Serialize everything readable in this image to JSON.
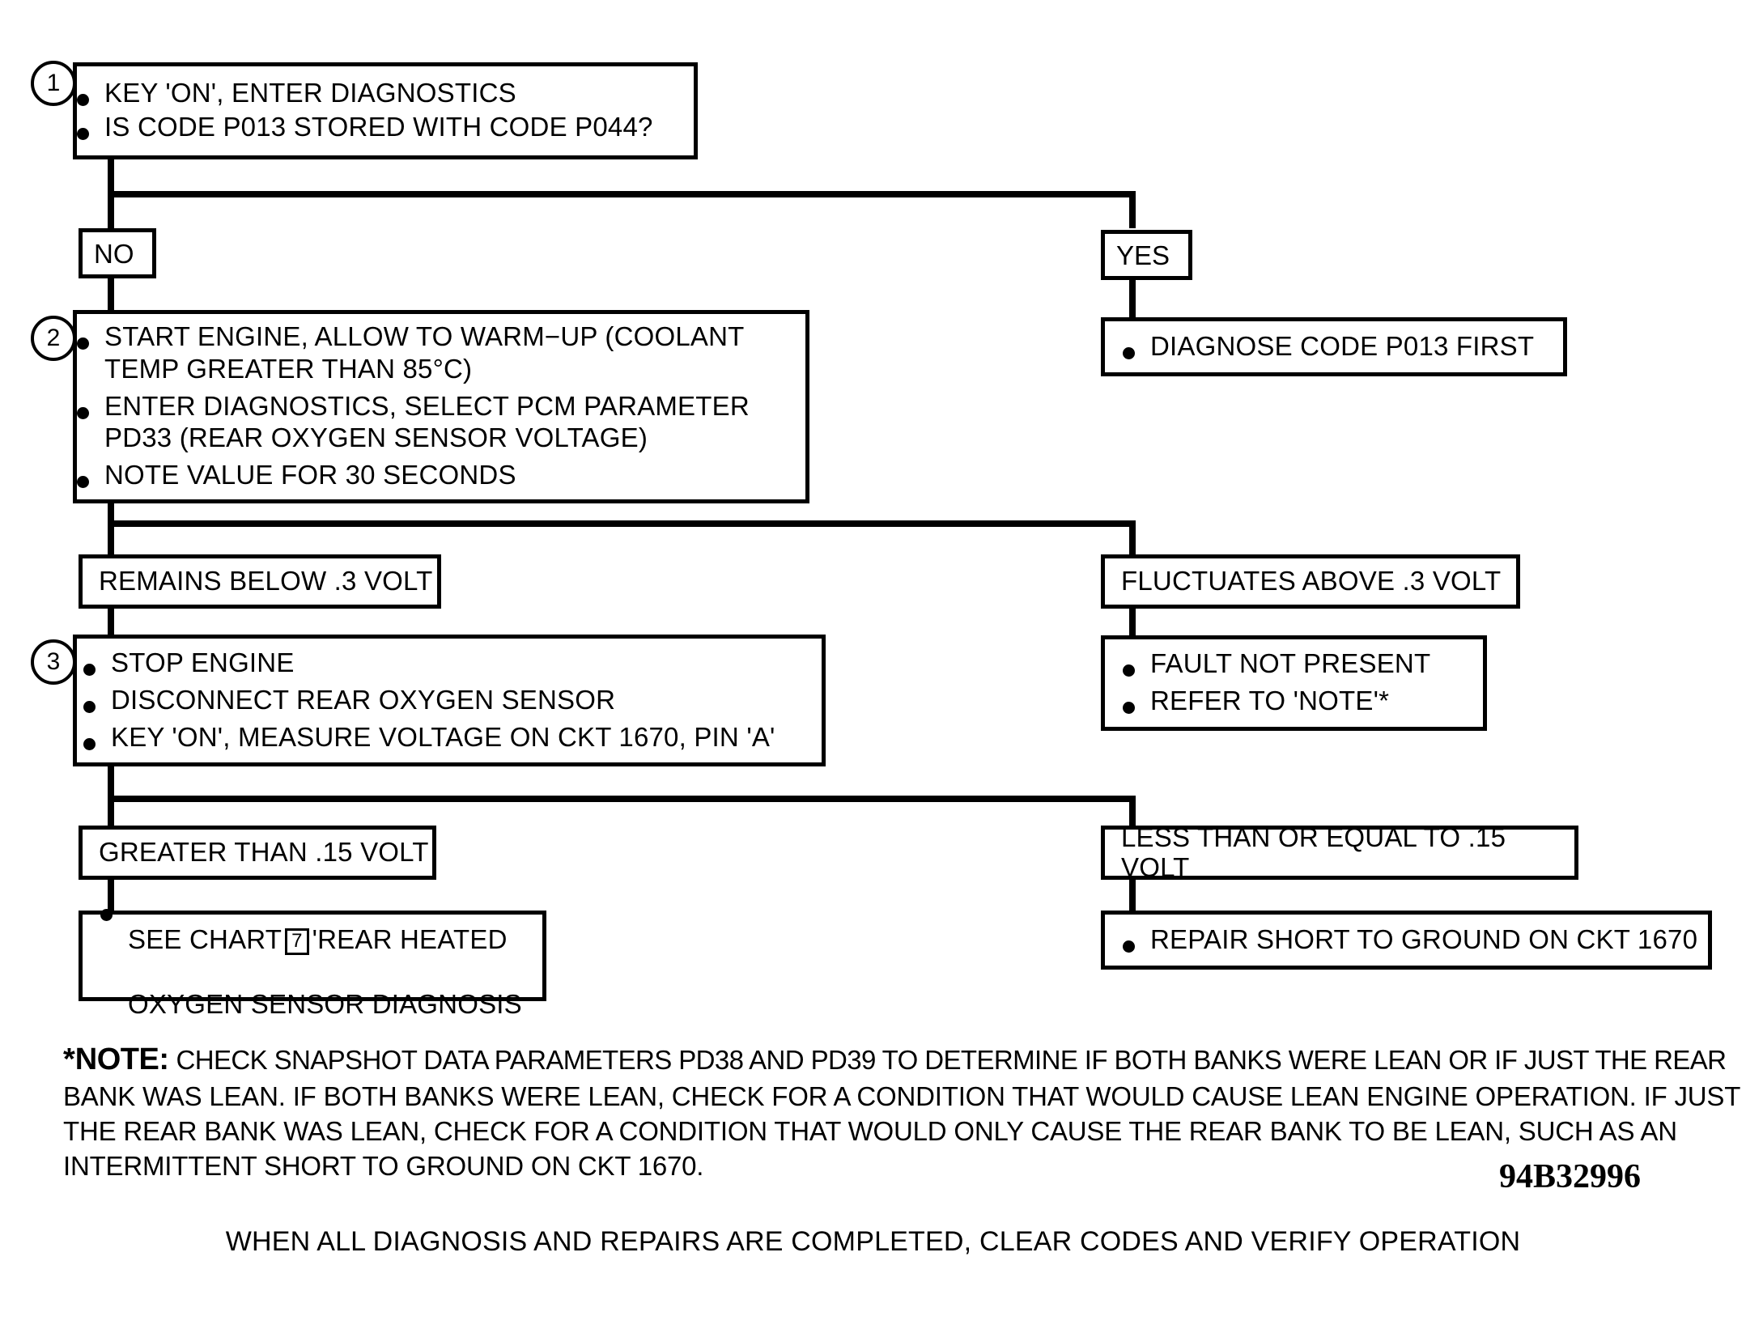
{
  "diagram": {
    "type": "diagnostic-flowchart",
    "title": "",
    "id_code": "94B32996",
    "footer": "WHEN ALL DIAGNOSIS AND REPAIRS ARE COMPLETED, CLEAR CODES AND VERIFY OPERATION",
    "steps": [
      {
        "number": "1",
        "bullets": [
          "KEY 'ON', ENTER DIAGNOSTICS",
          "IS CODE P013 STORED WITH CODE P044?"
        ]
      },
      {
        "number": "2",
        "bullets": [
          "START ENGINE, ALLOW TO WARM−UP (COOLANT\nTEMP GREATER THAN 85°C)",
          "ENTER DIAGNOSTICS, SELECT PCM PARAMETER\nPD33 (REAR OXYGEN SENSOR VOLTAGE)",
          "NOTE VALUE FOR 30 SECONDS"
        ]
      },
      {
        "number": "3",
        "bullets": [
          "STOP ENGINE",
          "DISCONNECT REAR OXYGEN SENSOR",
          "KEY 'ON', MEASURE VOLTAGE ON CKT 1670, PIN 'A'"
        ]
      }
    ],
    "branch_labels": {
      "no": "NO",
      "yes": "YES",
      "remains_below": "REMAINS BELOW .3 VOLT",
      "fluctuates_above": "FLUCTUATES ABOVE  .3  VOLT",
      "greater_than": "GREATER THAN .15 VOLT",
      "less_than_or_equal": "LESS THAN OR EQUAL TO .15 VOLT"
    },
    "outcomes": {
      "diagnose_first": "DIAGNOSE CODE P013 FIRST",
      "fault_not_present": "FAULT NOT  PRESENT",
      "refer_to_note": "REFER TO 'NOTE'*",
      "see_chart_line1_pre": "SEE CHART",
      "see_chart_ref": "7",
      "see_chart_line1_post": "'REAR HEATED",
      "see_chart_line2": "OXYGEN SENSOR DIAGNOSIS",
      "repair_short": "REPAIR SHORT TO GROUND ON CKT 1670"
    },
    "note": {
      "star": "*",
      "label": "NOTE:",
      "line1": "CHECK SNAPSHOT DATA PARAMETERS PD38 AND PD39 TO DETERMINE IF BOTH BANKS WERE LEAN OR IF JUST THE REAR",
      "line2": "BANK WAS LEAN. IF BOTH BANKS WERE LEAN, CHECK FOR A CONDITION THAT WOULD CAUSE LEAN ENGINE OPERATION. IF JUST",
      "line3": "THE REAR BANK WAS LEAN, CHECK FOR A CONDITION THAT WOULD ONLY CAUSE THE REAR BANK TO BE LEAN, SUCH AS AN",
      "line4": "INTERMITTENT SHORT TO GROUND ON CKT 1670."
    },
    "colors": {
      "ink": "#000000",
      "paper": "#ffffff"
    }
  }
}
